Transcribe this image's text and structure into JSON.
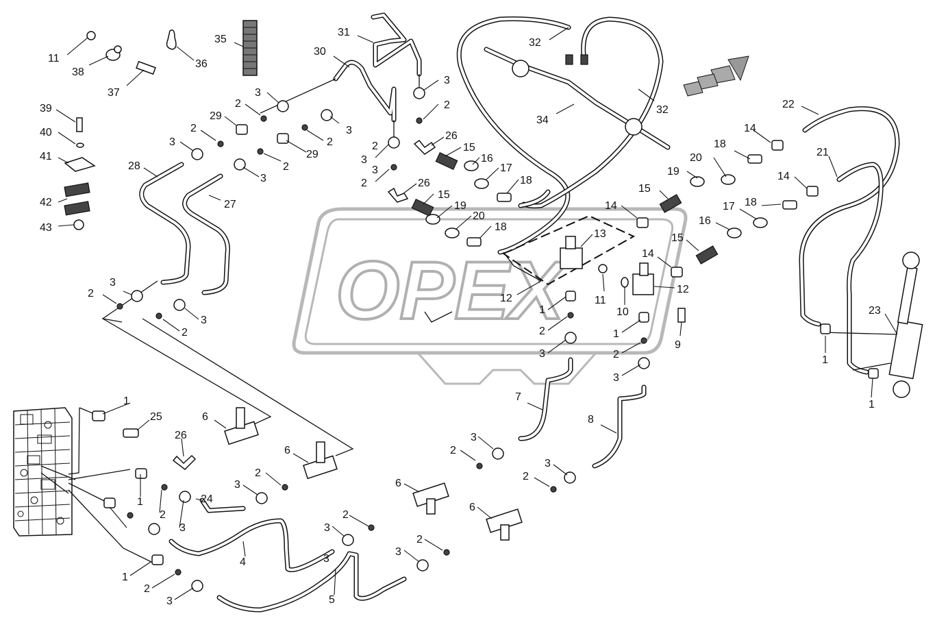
{
  "watermark": {
    "logo_text": "OPEX"
  },
  "labels": [
    {
      "id": "l1",
      "text": "11"
    },
    {
      "id": "l2",
      "text": "38"
    },
    {
      "id": "l3",
      "text": "37"
    },
    {
      "id": "l4",
      "text": "35"
    },
    {
      "id": "l5",
      "text": "36"
    },
    {
      "id": "l6",
      "text": "31"
    },
    {
      "id": "l7",
      "text": "30"
    },
    {
      "id": "l8",
      "text": "32"
    },
    {
      "id": "l9",
      "text": "32"
    },
    {
      "id": "l10",
      "text": "34"
    },
    {
      "id": "l11",
      "text": "22"
    },
    {
      "id": "l12",
      "text": "39"
    },
    {
      "id": "l13",
      "text": "40"
    },
    {
      "id": "l14",
      "text": "41"
    },
    {
      "id": "l15",
      "text": "42"
    },
    {
      "id": "l16",
      "text": "43"
    },
    {
      "id": "l17",
      "text": "3"
    },
    {
      "id": "l18",
      "text": "2"
    },
    {
      "id": "l19",
      "text": "29"
    },
    {
      "id": "l20",
      "text": "2"
    },
    {
      "id": "l21",
      "text": "3"
    },
    {
      "id": "l22",
      "text": "28"
    },
    {
      "id": "l23",
      "text": "3"
    },
    {
      "id": "l24",
      "text": "2"
    },
    {
      "id": "l25",
      "text": "29"
    },
    {
      "id": "l26",
      "text": "2"
    },
    {
      "id": "l27",
      "text": "3"
    },
    {
      "id": "l28",
      "text": "27"
    },
    {
      "id": "l29",
      "text": "3"
    },
    {
      "id": "l30",
      "text": "2"
    },
    {
      "id": "l31",
      "text": "3"
    },
    {
      "id": "l32",
      "text": "2"
    },
    {
      "id": "l33",
      "text": "26"
    },
    {
      "id": "l34",
      "text": "15"
    },
    {
      "id": "l35",
      "text": "16"
    },
    {
      "id": "l36",
      "text": "17"
    },
    {
      "id": "l37",
      "text": "18"
    },
    {
      "id": "l38",
      "text": "26"
    },
    {
      "id": "l39",
      "text": "15"
    },
    {
      "id": "l40",
      "text": "19"
    },
    {
      "id": "l41",
      "text": "20"
    },
    {
      "id": "l42",
      "text": "18"
    },
    {
      "id": "l43",
      "text": "14"
    },
    {
      "id": "l44",
      "text": "18"
    },
    {
      "id": "l45",
      "text": "20"
    },
    {
      "id": "l46",
      "text": "19"
    },
    {
      "id": "l47",
      "text": "15"
    },
    {
      "id": "l48",
      "text": "14"
    },
    {
      "id": "l49",
      "text": "21"
    },
    {
      "id": "l50",
      "text": "14"
    },
    {
      "id": "l51",
      "text": "18"
    },
    {
      "id": "l52",
      "text": "17"
    },
    {
      "id": "l53",
      "text": "16"
    },
    {
      "id": "l54",
      "text": "15"
    },
    {
      "id": "l55",
      "text": "14"
    },
    {
      "id": "l56",
      "text": "13"
    },
    {
      "id": "l57",
      "text": "12"
    },
    {
      "id": "l58",
      "text": "11"
    },
    {
      "id": "l59",
      "text": "10"
    },
    {
      "id": "l60",
      "text": "12"
    },
    {
      "id": "l61",
      "text": "9"
    },
    {
      "id": "l62",
      "text": "1"
    },
    {
      "id": "l63",
      "text": "2"
    },
    {
      "id": "l64",
      "text": "3"
    },
    {
      "id": "l65",
      "text": "1"
    },
    {
      "id": "l66",
      "text": "2"
    },
    {
      "id": "l67",
      "text": "3"
    },
    {
      "id": "l68",
      "text": "23"
    },
    {
      "id": "l69",
      "text": "1"
    },
    {
      "id": "l70",
      "text": "1"
    },
    {
      "id": "l71",
      "text": "3"
    },
    {
      "id": "l72",
      "text": "2"
    },
    {
      "id": "l73",
      "text": "3"
    },
    {
      "id": "l74",
      "text": "2"
    },
    {
      "id": "l75",
      "text": "7"
    },
    {
      "id": "l76",
      "text": "8"
    },
    {
      "id": "l77",
      "text": "1"
    },
    {
      "id": "l78",
      "text": "25"
    },
    {
      "id": "l79",
      "text": "6"
    },
    {
      "id": "l80",
      "text": "26"
    },
    {
      "id": "l81",
      "text": "6"
    },
    {
      "id": "l82",
      "text": "3"
    },
    {
      "id": "l83",
      "text": "2"
    },
    {
      "id": "l84",
      "text": "6"
    },
    {
      "id": "l85",
      "text": "2"
    },
    {
      "id": "l86",
      "text": "3"
    },
    {
      "id": "l87",
      "text": "2"
    },
    {
      "id": "l88",
      "text": "3"
    },
    {
      "id": "l89",
      "text": "6"
    },
    {
      "id": "l90",
      "text": "3"
    },
    {
      "id": "l91",
      "text": "2"
    },
    {
      "id": "l92",
      "text": "1"
    },
    {
      "id": "l93",
      "text": "2"
    },
    {
      "id": "l94",
      "text": "3"
    },
    {
      "id": "l95",
      "text": "24"
    },
    {
      "id": "l96",
      "text": "3"
    },
    {
      "id": "l97",
      "text": "2"
    },
    {
      "id": "l98",
      "text": "4"
    },
    {
      "id": "l99",
      "text": "3"
    },
    {
      "id": "l100",
      "text": "5"
    },
    {
      "id": "l101",
      "text": "1"
    },
    {
      "id": "l102",
      "text": "2"
    },
    {
      "id": "l103",
      "text": "3"
    },
    {
      "id": "l104",
      "text": "3"
    },
    {
      "id": "l105",
      "text": "2"
    }
  ]
}
